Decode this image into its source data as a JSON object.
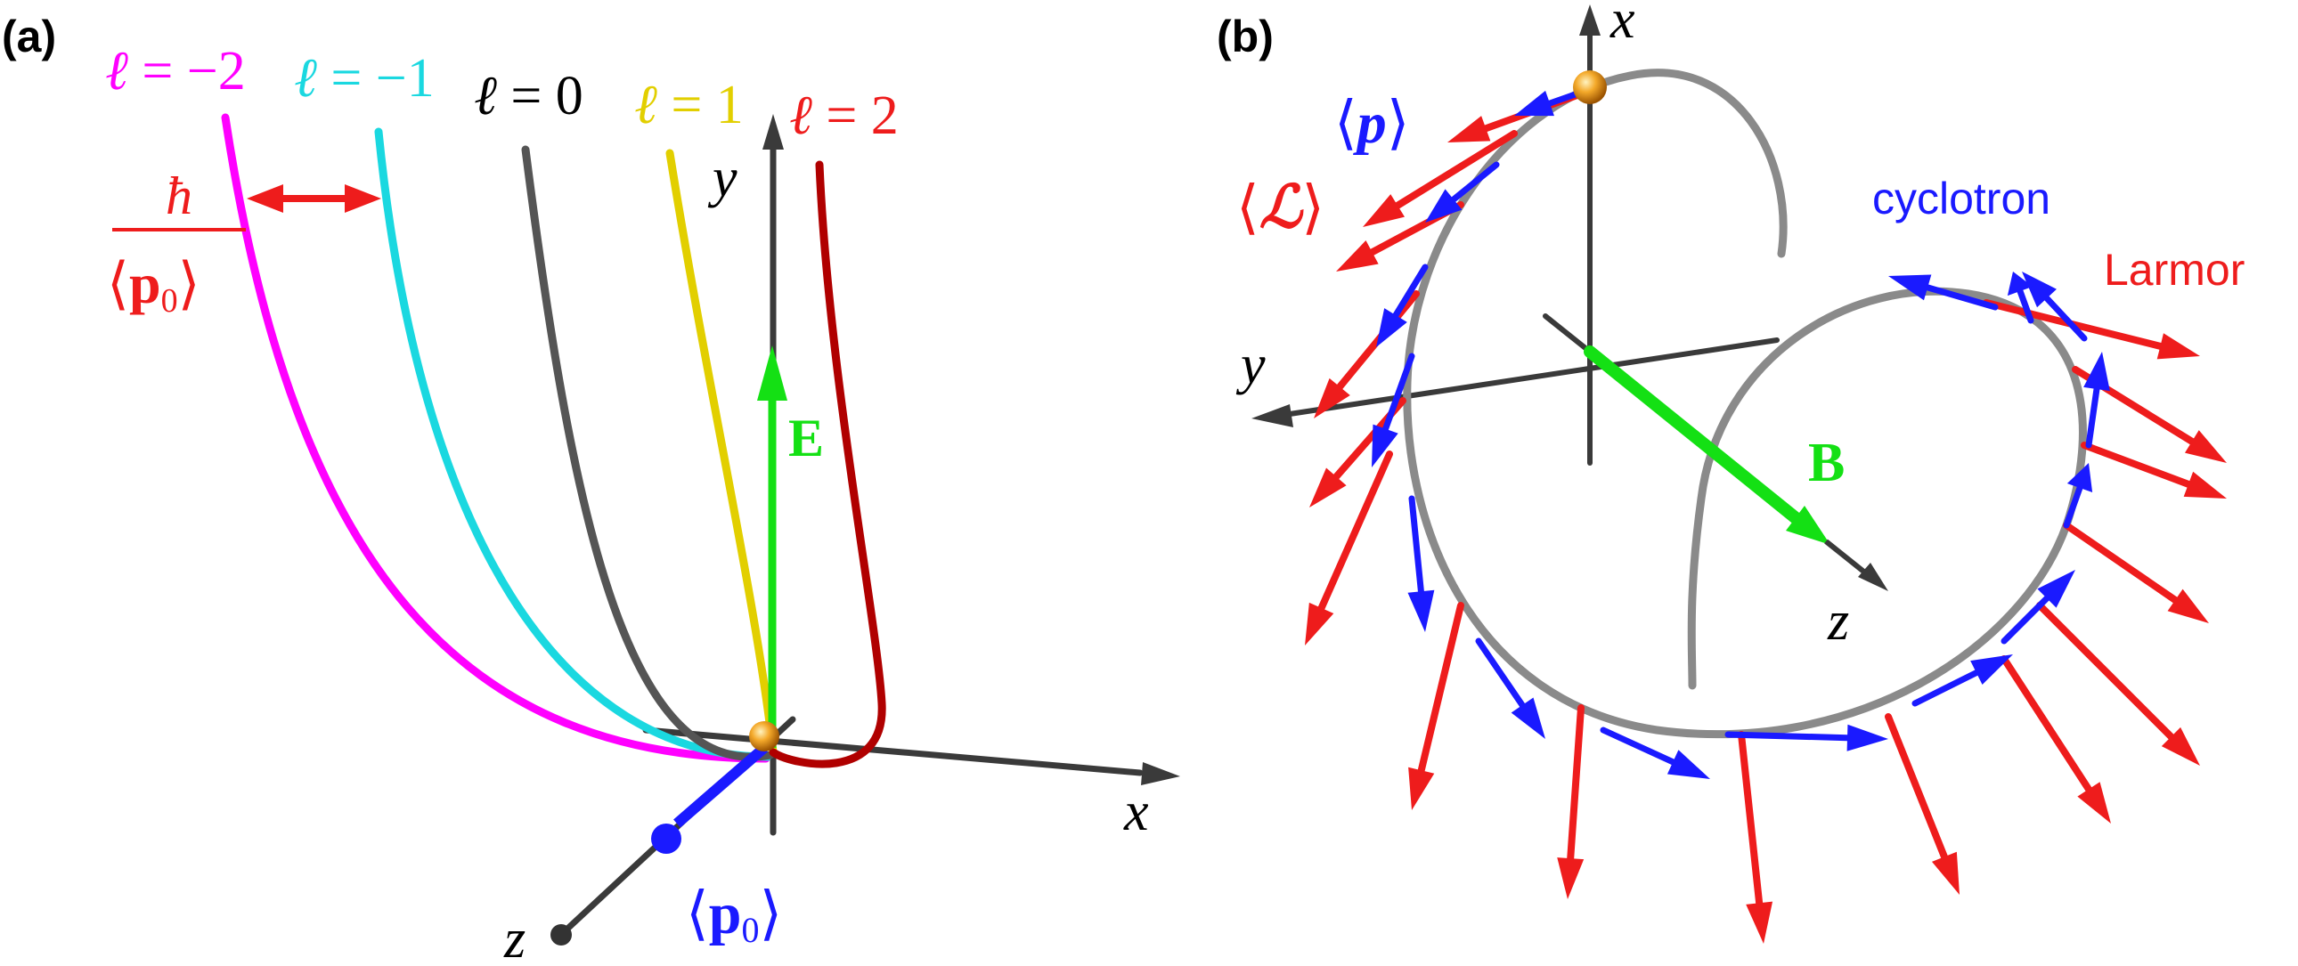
{
  "colors": {
    "magenta": "#ff00ff",
    "cyan": "#1ad8e0",
    "gray": "#555555",
    "yellow": "#e2cf00",
    "darkred": "#b00000",
    "red": "#ee1c1c",
    "blue": "#1a1aff",
    "green": "#14e014",
    "axis": "#3a3a3a",
    "orbit": "#8a8a8a",
    "particle": "#f0a020"
  },
  "panel_a": {
    "label": "(a)",
    "ell_symbol": "ℓ",
    "curve_labels": [
      {
        "eq": " = −2",
        "color": "magenta"
      },
      {
        "eq": " = −1",
        "color": "cyan"
      },
      {
        "eq": " = 0",
        "color": "black"
      },
      {
        "eq": " = 1",
        "color": "yellow"
      },
      {
        "eq": " = 2",
        "color": "red"
      }
    ],
    "hbar": "ħ",
    "p0_numer": "p",
    "p0_sub": "0",
    "langle": "⟨",
    "rangle": "⟩",
    "axis_x": "x",
    "axis_y": "y",
    "axis_z": "z",
    "field_E": "E"
  },
  "panel_b": {
    "label": "(b)",
    "axis_x": "x",
    "axis_y": "y",
    "axis_z": "z",
    "field_B": "B",
    "p_symbol": "p",
    "L_symbol": "ℒ",
    "langle": "⟨",
    "rangle": "⟩",
    "cyclotron": "cyclotron",
    "larmor": "Larmor"
  }
}
